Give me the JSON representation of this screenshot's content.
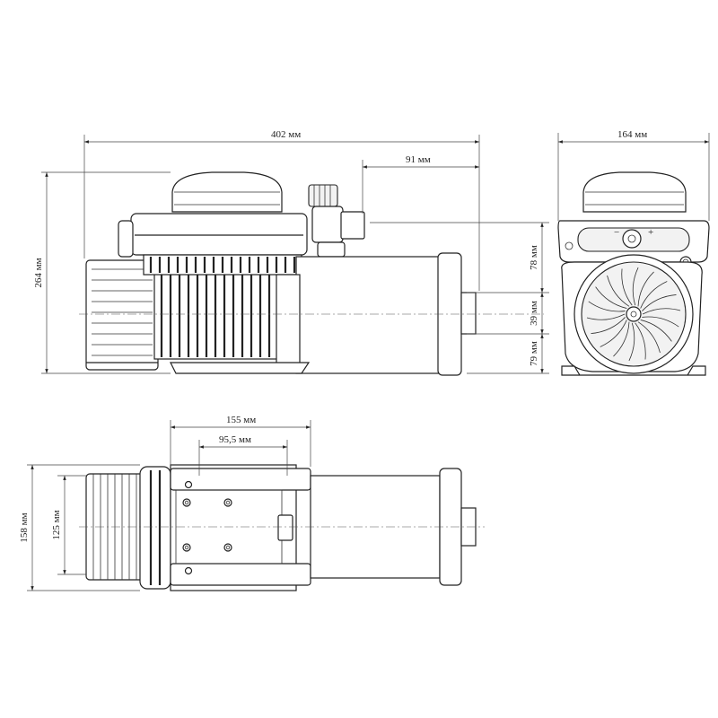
{
  "dimensions": {
    "overall_length": "402 мм",
    "outlet_offset": "91 мм",
    "height": "264 мм",
    "width_front": "164 мм",
    "front_upper": "78 мм",
    "front_middle": "39 мм",
    "front_lower": "79 мм",
    "base_outer": "155 мм",
    "base_inner": "95,5 мм",
    "base_width_outer": "158 мм",
    "base_width_inner": "125 мм"
  },
  "control_symbols": {
    "minus": "−",
    "plus": "+"
  },
  "colors": {
    "line": "#222222",
    "background": "#ffffff"
  }
}
